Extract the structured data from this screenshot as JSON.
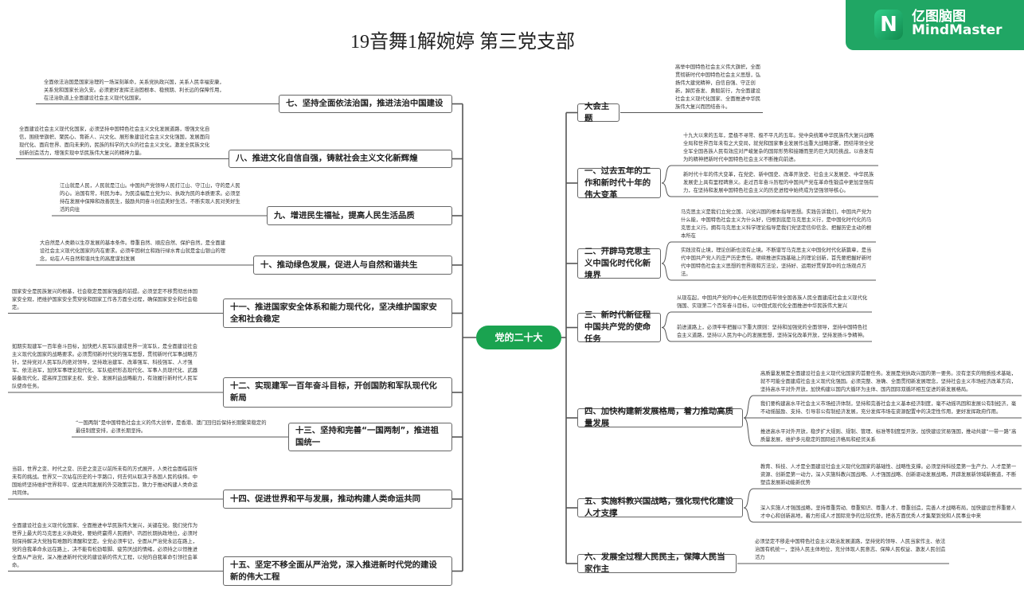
{
  "title": "19音舞1解婉婷 第三党支部",
  "logo": {
    "cn": "亿图脑图",
    "en": "MindMaster",
    "mark": "N"
  },
  "center": "党的二十大",
  "colors": {
    "center": "#1aa350",
    "brand": "#20a664",
    "line": "#555555"
  },
  "left_branches": [
    {
      "label": "七、坚持全面依法治国，推进法治中国建设",
      "notes": [
        "全面依法治国是国家治理的一场深刻革命，关系党执政兴国，关系人民幸福安康，关系党和国家长治久安。必须更好发挥法治固根本、稳预期、利长远的保障作用，在法治轨道上全面建设社会主义现代化国家。"
      ]
    },
    {
      "label": "八、推进文化自信自强，铸就社会主义文化新辉煌",
      "notes": [
        "全面建设社会主义现代化国家，必须坚持中国特色社会主义文化发展道路，增强文化自信，围绕举旗帜、聚民心、育新人、兴文化、展形象建设社会主义文化强国，发展面向现代化、面向世界、面向未来的，民族的科学的大众的社会主义文化，激发全民族文化创新创造活力，增强实现中华民族伟大复兴的精神力量。"
      ]
    },
    {
      "label": "九、增进民生福祉，提高人民生活品质",
      "notes": [
        "江山就是人民，人民就是江山。中国共产党领导人民打江山、守江山，守的是人民的心。治国有常，利民为本。为民造福是立党为公、执政为民的本质要求。必须坚持在发展中保障和改善民生，鼓励共同奋斗创造美好生活，不断实现人民对美好生活的向往"
      ]
    },
    {
      "label": "十、推动绿色发展，促进人与自然和谐共生",
      "notes": [
        "大自然是人类赖以生存发展的基本条件。尊重自然、顺应自然、保护自然，是全面建设社会主义现代化国家的内在要求。必须牢固树立和践行绿水青山就是金山银山的理念，站在人与自然和谐共生的高度谋划发展"
      ]
    },
    {
      "label": "十一、推进国家安全体系和能力现代化，坚决维护国家安全和社会稳定",
      "notes": [
        "国家安全是民族复兴的根基，社会稳定是国家强盛的前提。必须坚定不移贯彻总体国家安全观，把维护国家安全贯穿党和国家工作各方面全过程，确保国家安全和社会稳定。"
      ]
    },
    {
      "label": "十二、实现建军一百年奋斗目标，开创国防和军队现代化新局",
      "notes": [
        "如期实现建军一百年奋斗目标，加快把人民军队建成世界一流军队，是全面建设社会主义现代化国家的战略要求。必须贯彻新时代党的强军思想，贯彻新时代军事战略方针，坚持党对人民军队的绝对领导，坚持政治建军、改革强军、科技强军、人才强军、依法治军，加快军事理论现代化、军队组织形态现代化、军事人员现代化、武器装备现代化，提高捍卫国家主权、安全、发展利益战略能力，有效履行新时代人民军队使命任务。"
      ]
    },
    {
      "label": "十三、坚持和完善“一国两制”，推进祖国统一",
      "notes": [
        "“一国两制”是中国特色社会主义的伟大创举，是香港、澳门回归后保持长期繁荣稳定的最佳制度安排，必须长期坚持。"
      ]
    },
    {
      "label": "十四、促进世界和平与发展，推动构建人类命运共同",
      "notes": [
        "当前，世界之变、时代之变、历史之变正以前所未有的方式展开，人类社会面临前所未有的挑战。世界又一次站在历史的十字路口，何去何从取决于各国人民的抉择。中国始终坚持维护世界和平、促进共同发展的外交政策宗旨，致力于推动构建人类命运共同体。"
      ]
    },
    {
      "label": "十五、坚定不移全面从严治党，深入推进新时代党的建设新的伟大工程",
      "notes": [
        "全面建设社会主义现代化国家、全面推进中华民族伟大复兴，关键在党。我们党作为世界上最大的马克思主义执政党，要始终赢得人民拥护、巩固长期执政地位，必须时刻保持解决大党独有难题的清醒和坚定。全党必须牢记，全面从严治党永远在路上，党的自我革命永远在路上，决不能有松劲歇脚、疲劳厌战的情绪，必须持之以恒推进全面从严治党，深入推进新时代党的建设新的伟大工程，以党的自我革命引领社会革命。"
      ]
    }
  ],
  "right_branches": [
    {
      "label": "大会主题",
      "notes": [
        "高举中国特色社会主义伟大旗帜，全面贯彻新时代中国特色社会主义思想，弘扬伟大建党精神，自信自强、守正创新，踔厉奋发、勇毅前行，为全面建设社会主义现代化国家、全面推进中华民族伟大复兴而团结奋斗。"
      ]
    },
    {
      "label": "一、过去五年的工作和新时代十年的伟大变革",
      "notes": [
        "十九大以来的五年，是极不寻常、极不平凡的五年。党中央统筹中华民族伟大复兴战略全局和世界百年未有之大变局，就党和国家事业发展作出重大战略部署，团结带领全党全军全国各族人民有效应对严峻复杂的国际形势和接踵而至的巨大风险挑战，以奋发有为的精神把新时代中国特色社会主义不断推向前进。",
        "新时代十年的伟大变革，在党史、新中国史、改革开放史、社会主义发展史、中华民族发展史上具有里程碑意义。走过百年奋斗历程的中国共产党在革命性锻造中更加坚强有力，在坚持和发展中国特色社会主义的历史进程中始终成为坚强领导核心。"
      ]
    },
    {
      "label": "二、开辟马克思主义中国化时代化新境界",
      "notes": [
        "马克思主义是我们立党立国、兴党兴国的根本指导思想。实践告诉我们，中国共产党为什么能，中国特色社会主义为什么好，归根到底是马克思主义行，是中国化时代化的马克思主义行。拥有马克思主义科学理论指导是我们党坚定信仰信念、把握历史主动的根本所在",
        "实践没有止境，理论创新也没有止境。不断谱写马克思主义中国化时代化新篇章，是当代中国共产党人的庄严历史责任。继续推进实践基础上的理论创新，首先要把握好新时代中国特色社会主义思想的世界观和方法论，坚持好、运用好贯穿其中的立场观点方法。"
      ]
    },
    {
      "label": "三、新时代新征程中国共产党的使命任务",
      "notes": [
        "从现在起，中国共产党的中心任务就是团结带领全国各族人民全面建成社会主义现代化强国、实现第二个百年奋斗目标，以中国式现代化全面推进中华民族伟大复兴",
        "前进道路上，必须牢牢把握以下重大原则：坚持和加强党的全面领导，坚持中国特色社会主义道路，坚持以人民为中心的发展思想，坚持深化改革开放，坚持发扬斗争精神。"
      ]
    },
    {
      "label": "四、加快构建新发展格局，着力推动高质量发展",
      "notes": [
        "高质量发展是全面建设社会主义现代化国家的首要任务。发展是党执政兴国的第一要务。没有坚实的物质技术基础，就不可能全面建成社会主义现代化强国。必须完整、准确、全面贯彻新发展理念，坚持社会主义市场经济改革方向，坚持高水平对外开放，加快构建以国内大循环为主体、国内国际双循环相互促进的新发展格局。",
        "我们要构建高水平社会主义市场经济体制，坚持和完善社会主义基本经济制度，毫不动摇巩固和发展公有制经济，毫不动摇鼓励、支持、引导非公有制经济发展，充分发挥市场在资源配置中的决定性作用，更好发挥政府作用。",
        "推进高水平对外开放，稳步扩大规则、规制、管理、标准等制度型开放，加快建设贸易强国，推动共建“一带一路”高质量发展，维护多元稳定的国际经济格局和经贸关系"
      ]
    },
    {
      "label": "五、实施科教兴国战略，强化现代化建设人才支撑",
      "notes": [
        "教育、科技、人才是全面建设社会主义现代化国家的基础性、战略性支撑。必须坚持科技是第一生产力、人才是第一资源、创新是第一动力，深入实施科教兴国战略、人才强国战略、创新驱动发展战略，开辟发展新领域新赛道，不断塑造发展新动能新优势",
        "深入实施人才强国战略，坚持尊重劳动、尊重知识、尊重人才、尊重创造，完善人才战略布局，加快建设世界重要人才中心和创新高地，着力形成人才国际竞争的比较优势，把各方面优秀人才集聚到党和人民事业中来"
      ]
    },
    {
      "label": "六、发展全过程人民民主，保障人民当家作主",
      "notes": [
        "必须坚定不移走中国特色社会主义政治发展道路，坚持党的领导、人民当家作主、依法治国有机统一，坚持人民主体地位，充分体现人民意志、保障人民权益、激发人民创造活力"
      ]
    }
  ]
}
